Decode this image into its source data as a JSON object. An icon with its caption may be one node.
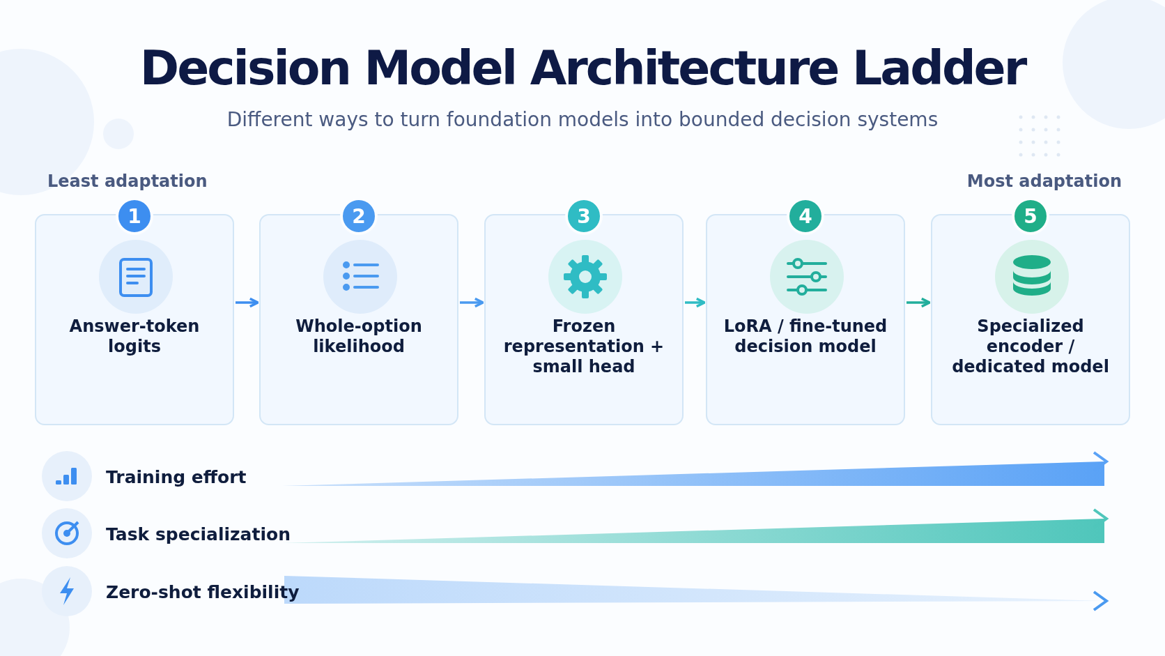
{
  "diagram": {
    "title": "Decision Model Architecture Ladder",
    "nodes": [
      {
        "text": [
          "1",
          "Answer-token logits"
        ]
      },
      {
        "text": [
          "2",
          "Whole-option likelihood"
        ]
      },
      {
        "text": [
          "3",
          "Frozen representation + small head"
        ]
      },
      {
        "text": [
          "4",
          "LoRA / fine-tuned decision model"
        ]
      },
      {
        "text": [
          "5",
          "Specialized encoder / dedicated model"
        ]
      }
    ],
    "edges": [
      {
        "from": 0,
        "to": 1,
        "arrow": "to"
      },
      {
        "from": 1,
        "to": 2,
        "arrow": "to"
      },
      {
        "from": 2,
        "to": 3,
        "arrow": "to"
      },
      {
        "from": 3,
        "to": 4,
        "arrow": "to"
      }
    ],
    "labels": [
      "Different ways to turn foundation models into bounded decision systems",
      "Least adaptation",
      "Most adaptation",
      "Training effort",
      "Task specialization",
      "Zero-shot flexibility"
    ]
  }
}
